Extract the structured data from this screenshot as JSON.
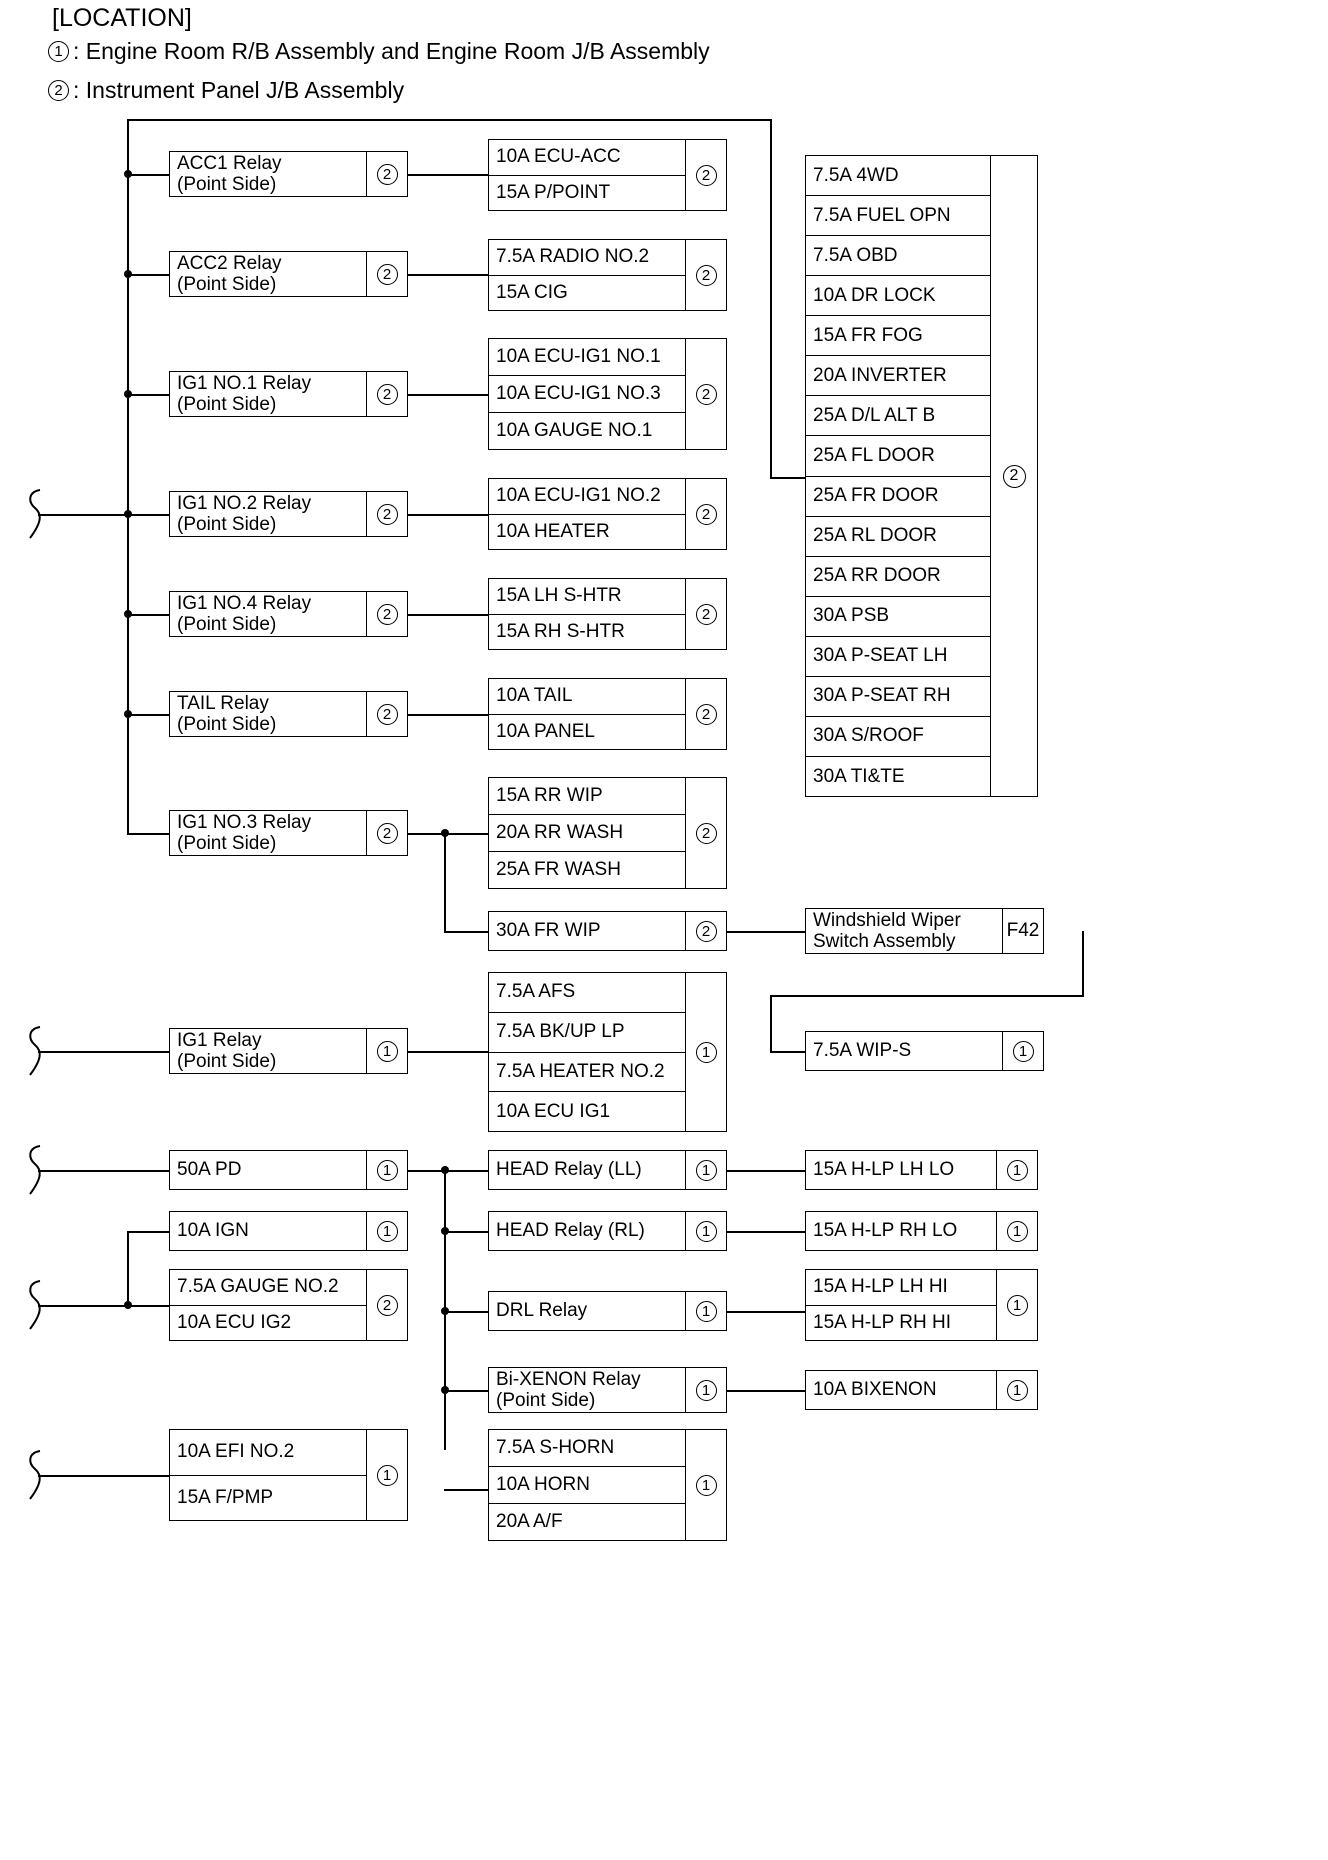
{
  "header": {
    "title": "[LOCATION]",
    "legend": [
      {
        "marker": "1",
        "text": ": Engine Room R/B Assembly and Engine Room J/B Assembly"
      },
      {
        "marker": "2",
        "text": ": Instrument Panel J/B Assembly"
      }
    ]
  },
  "relays": [
    {
      "name": "ACC1 Relay",
      "sub": "(Point Side)",
      "tag": "2"
    },
    {
      "name": "ACC2 Relay",
      "sub": "(Point Side)",
      "tag": "2"
    },
    {
      "name": "IG1 NO.1 Relay",
      "sub": "(Point Side)",
      "tag": "2"
    },
    {
      "name": "IG1 NO.2 Relay",
      "sub": "(Point Side)",
      "tag": "2"
    },
    {
      "name": "IG1 NO.4 Relay",
      "sub": "(Point Side)",
      "tag": "2"
    },
    {
      "name": "TAIL Relay",
      "sub": "(Point Side)",
      "tag": "2"
    },
    {
      "name": "IG1 NO.3 Relay",
      "sub": "(Point Side)",
      "tag": "2"
    },
    {
      "name": "IG1 Relay",
      "sub": "(Point Side)",
      "tag": "1"
    }
  ],
  "fuse_groups": [
    {
      "tag": "2",
      "items": [
        "10A ECU-ACC",
        "15A P/POINT"
      ]
    },
    {
      "tag": "2",
      "items": [
        "7.5A RADIO NO.2",
        "15A CIG"
      ]
    },
    {
      "tag": "2",
      "items": [
        "10A ECU-IG1 NO.1",
        "10A ECU-IG1 NO.3",
        "10A GAUGE NO.1"
      ]
    },
    {
      "tag": "2",
      "items": [
        "10A ECU-IG1 NO.2",
        "10A HEATER"
      ]
    },
    {
      "tag": "2",
      "items": [
        "15A LH S-HTR",
        "15A RH S-HTR"
      ]
    },
    {
      "tag": "2",
      "items": [
        "10A TAIL",
        "10A PANEL"
      ]
    },
    {
      "tag": "2",
      "items": [
        "15A RR WIP",
        "20A RR WASH",
        "25A FR WASH"
      ]
    },
    {
      "tag": "2",
      "items": [
        "30A FR WIP"
      ]
    },
    {
      "tag": "1",
      "items": [
        "7.5A AFS",
        "7.5A BK/UP LP",
        "7.5A HEATER NO.2",
        "10A ECU IG1"
      ]
    }
  ],
  "ip_jb_column": {
    "tag": "2",
    "items": [
      "7.5A 4WD",
      "7.5A FUEL OPN",
      "7.5A OBD",
      "10A DR LOCK",
      "15A FR FOG",
      "20A INVERTER",
      "25A D/L ALT B",
      "25A FL DOOR",
      "25A FR DOOR",
      "25A RL DOOR",
      "25A RR DOOR",
      "30A PSB",
      "30A P-SEAT LH",
      "30A P-SEAT RH",
      "30A S/ROOF",
      "30A TI&TE"
    ]
  },
  "wiper_switch": {
    "name": "Windshield Wiper",
    "sub": "Switch Assembly",
    "code": "F42"
  },
  "wip_s_fuse": {
    "label": "7.5A WIP-S",
    "tag": "1"
  },
  "lower_left": [
    {
      "tag": "1",
      "items": [
        "50A PD"
      ]
    },
    {
      "tag": "1",
      "items": [
        "10A IGN"
      ]
    },
    {
      "tag": "2",
      "items": [
        "7.5A GAUGE NO.2",
        "10A ECU IG2"
      ]
    },
    {
      "tag": "1",
      "items": [
        "10A EFI NO.2",
        "15A F/PMP"
      ]
    }
  ],
  "lower_middle": [
    {
      "name": "HEAD Relay (LL)",
      "sub": "",
      "tag": "1"
    },
    {
      "name": "HEAD Relay (RL)",
      "sub": "",
      "tag": "1"
    },
    {
      "name": "DRL Relay",
      "sub": "",
      "tag": "1"
    },
    {
      "name": "Bi-XENON Relay",
      "sub": "(Point Side)",
      "tag": "1"
    }
  ],
  "lower_middle_fuses": {
    "tag": "1",
    "items": [
      "7.5A S-HORN",
      "10A HORN",
      "20A A/F"
    ]
  },
  "lower_right": [
    {
      "tag": "1",
      "items": [
        "15A H-LP LH LO"
      ]
    },
    {
      "tag": "1",
      "items": [
        "15A H-LP RH LO"
      ]
    },
    {
      "tag": "1",
      "items": [
        "15A H-LP LH HI",
        "15A H-LP RH HI"
      ]
    },
    {
      "tag": "1",
      "items": [
        "10A BIXENON"
      ]
    }
  ]
}
